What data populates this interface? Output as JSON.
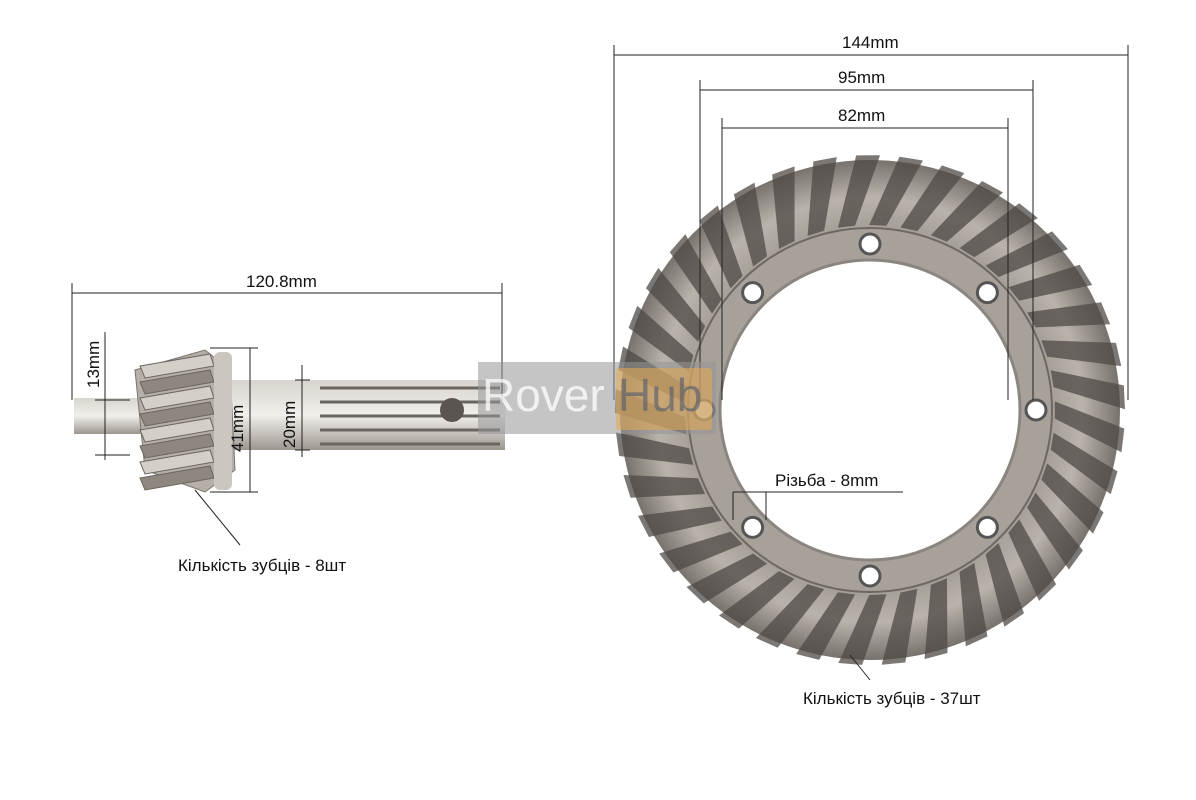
{
  "ring_gear": {
    "outer_diameter": "144mm",
    "mid_diameter": "95mm",
    "inner_diameter": "82mm",
    "thread": "Різьба - 8mm",
    "teeth_label": "Кількість зубців - 37шт",
    "teeth_count": 37,
    "bolt_holes": 8
  },
  "pinion": {
    "length": "120.8mm",
    "shaft_end": "13mm",
    "gear_diameter": "41mm",
    "shaft_diameter": "20mm",
    "teeth_label": "Кількість зубців - 8шт",
    "teeth_count": 8
  },
  "watermark": {
    "part1": "Rover",
    "part2": "Hub"
  },
  "colors": {
    "metal": "#a9a39b",
    "metal_dark": "#5e5953",
    "metal_light": "#d6d1ca",
    "line": "#222222"
  }
}
